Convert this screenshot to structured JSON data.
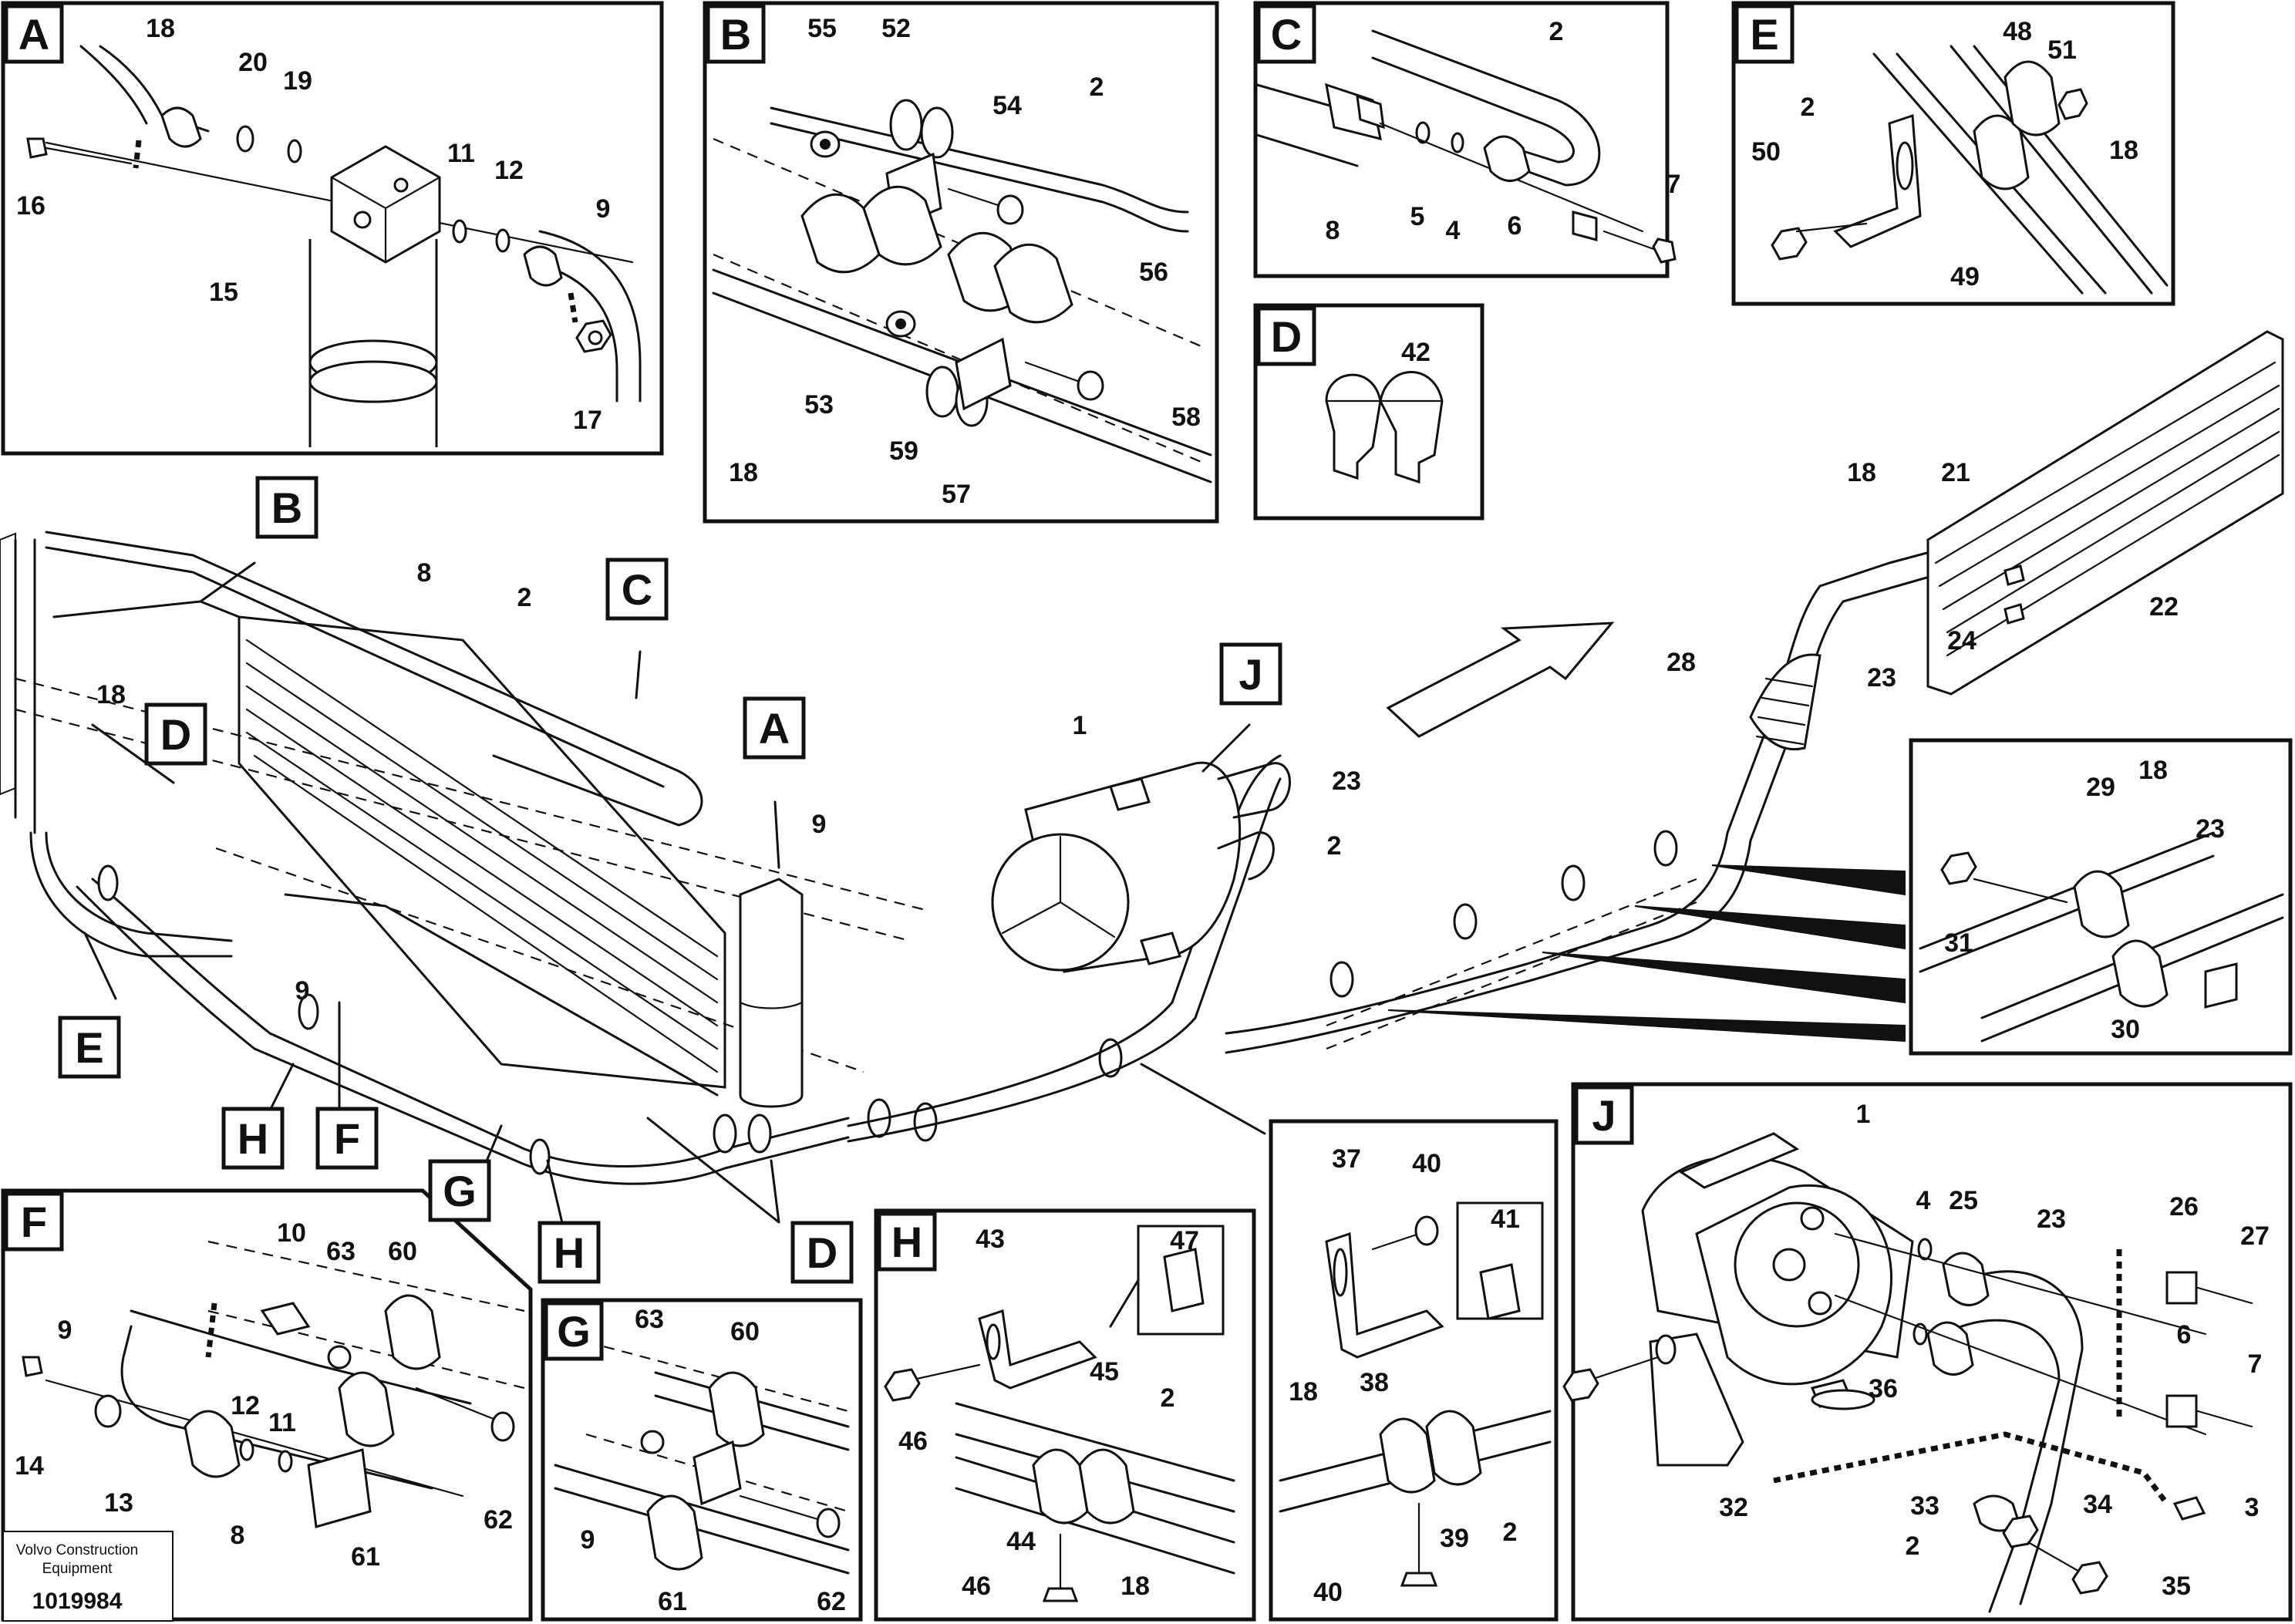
{
  "publisher": {
    "line1": "Volvo Construction",
    "line2": "Equipment",
    "doc_number": "1019984"
  },
  "detail_letters": {
    "A": "A",
    "B": "B",
    "C": "C",
    "D": "D",
    "E": "E",
    "F": "F",
    "G": "G",
    "H": "H",
    "J": "J"
  },
  "part_numbers": {
    "p1": "1",
    "p2": "2",
    "p3": "3",
    "p4": "4",
    "p5": "5",
    "p6": "6",
    "p7": "7",
    "p8": "8",
    "p9": "9",
    "p10": "10",
    "p11": "11",
    "p12": "12",
    "p13": "13",
    "p14": "14",
    "p15": "15",
    "p16": "16",
    "p17": "17",
    "p18": "18",
    "p19": "19",
    "p20": "20",
    "p21": "21",
    "p22": "22",
    "p23": "23",
    "p24": "24",
    "p25": "25",
    "p26": "26",
    "p27": "27",
    "p28": "28",
    "p29": "29",
    "p30": "30",
    "p31": "31",
    "p32": "32",
    "p33": "33",
    "p34": "34",
    "p35": "35",
    "p36": "36",
    "p37": "37",
    "p38": "38",
    "p39": "39",
    "p40": "40",
    "p41": "41",
    "p42": "42",
    "p43": "43",
    "p44": "44",
    "p45": "45",
    "p46": "46",
    "p47": "47",
    "p48": "48",
    "p49": "49",
    "p50": "50",
    "p51": "51",
    "p52": "52",
    "p53": "53",
    "p54": "54",
    "p55": "55",
    "p56": "56",
    "p57": "57",
    "p58": "58",
    "p59": "59",
    "p60": "60",
    "p61": "61",
    "p62": "62",
    "p63": "63"
  }
}
